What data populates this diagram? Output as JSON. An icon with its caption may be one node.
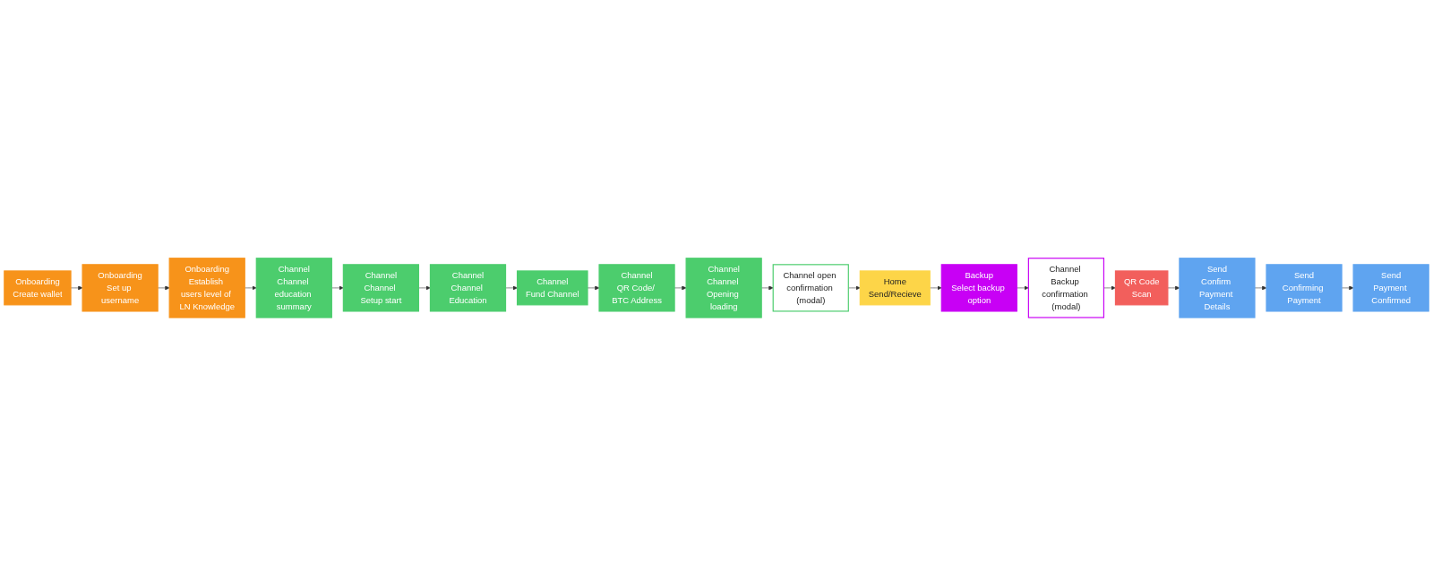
{
  "diagram": {
    "nodes": [
      {
        "text": [
          "Onboarding",
          "Create wallet"
        ]
      },
      {
        "text": [
          "Onboarding",
          "Set up username"
        ]
      },
      {
        "text": [
          "Onboarding",
          "Establish users level of LN Knowledge"
        ]
      },
      {
        "text": [
          "Channel",
          "Channel education summary"
        ]
      },
      {
        "text": [
          "Channel",
          "Channel Setup start"
        ]
      },
      {
        "text": [
          "Channel",
          "Channel Education"
        ]
      },
      {
        "text": [
          "Channel",
          "Fund Channel"
        ]
      },
      {
        "text": [
          "Channel",
          "QR Code/ BTC Address"
        ]
      },
      {
        "text": [
          "Channel",
          "Channel Opening loading"
        ]
      },
      {
        "text": [
          "Channel open confirmation (modal)"
        ]
      },
      {
        "text": [
          "Home",
          "Send/Recieve"
        ]
      },
      {
        "text": [
          "Backup",
          "Select backup option"
        ]
      },
      {
        "text": [
          "Channel Backup confirmation (modal)"
        ]
      },
      {
        "text": [
          "QR Code",
          "Scan"
        ]
      },
      {
        "text": [
          "Send",
          "Confirm Payment Details"
        ]
      },
      {
        "text": [
          "Send",
          "Confirming Payment"
        ]
      },
      {
        "text": [
          "Send",
          "Payment Confirmed"
        ]
      }
    ],
    "edges": [
      {
        "from": 0,
        "to": 1,
        "arrow": "to"
      },
      {
        "from": 1,
        "to": 2,
        "arrow": "to"
      },
      {
        "from": 2,
        "to": 3,
        "arrow": "to"
      },
      {
        "from": 3,
        "to": 4,
        "arrow": "to"
      },
      {
        "from": 4,
        "to": 5,
        "arrow": "to"
      },
      {
        "from": 5,
        "to": 6,
        "arrow": "to"
      },
      {
        "from": 6,
        "to": 7,
        "arrow": "to"
      },
      {
        "from": 7,
        "to": 8,
        "arrow": "to"
      },
      {
        "from": 8,
        "to": 9,
        "arrow": "to"
      },
      {
        "from": 9,
        "to": 10,
        "arrow": "to"
      },
      {
        "from": 10,
        "to": 11,
        "arrow": "to"
      },
      {
        "from": 11,
        "to": 12,
        "arrow": "to"
      },
      {
        "from": 12,
        "to": 13,
        "arrow": "to"
      },
      {
        "from": 13,
        "to": 14,
        "arrow": "to"
      },
      {
        "from": 14,
        "to": 15,
        "arrow": "to"
      },
      {
        "from": 15,
        "to": 16,
        "arrow": "to"
      }
    ]
  }
}
